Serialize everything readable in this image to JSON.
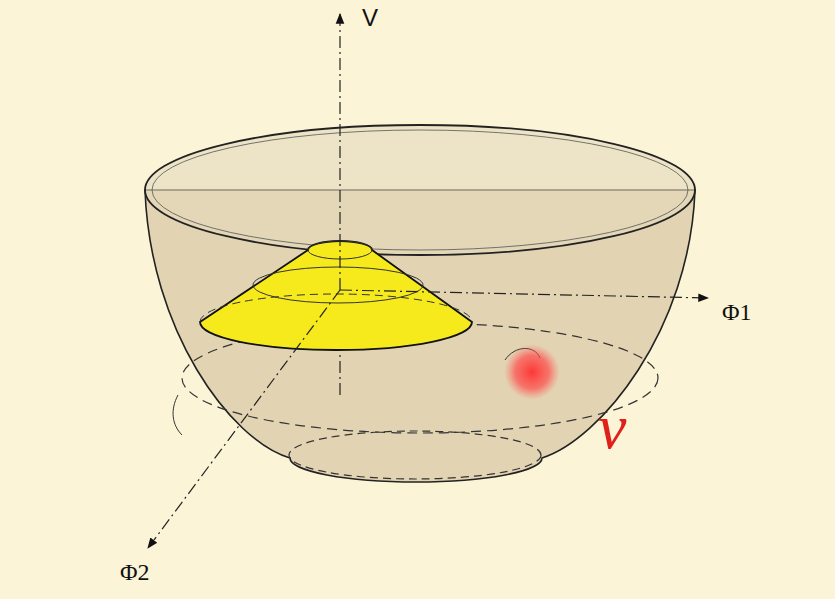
{
  "diagram": {
    "labels": [
      "V",
      "Φ1",
      "Φ2",
      "v"
    ]
  }
}
